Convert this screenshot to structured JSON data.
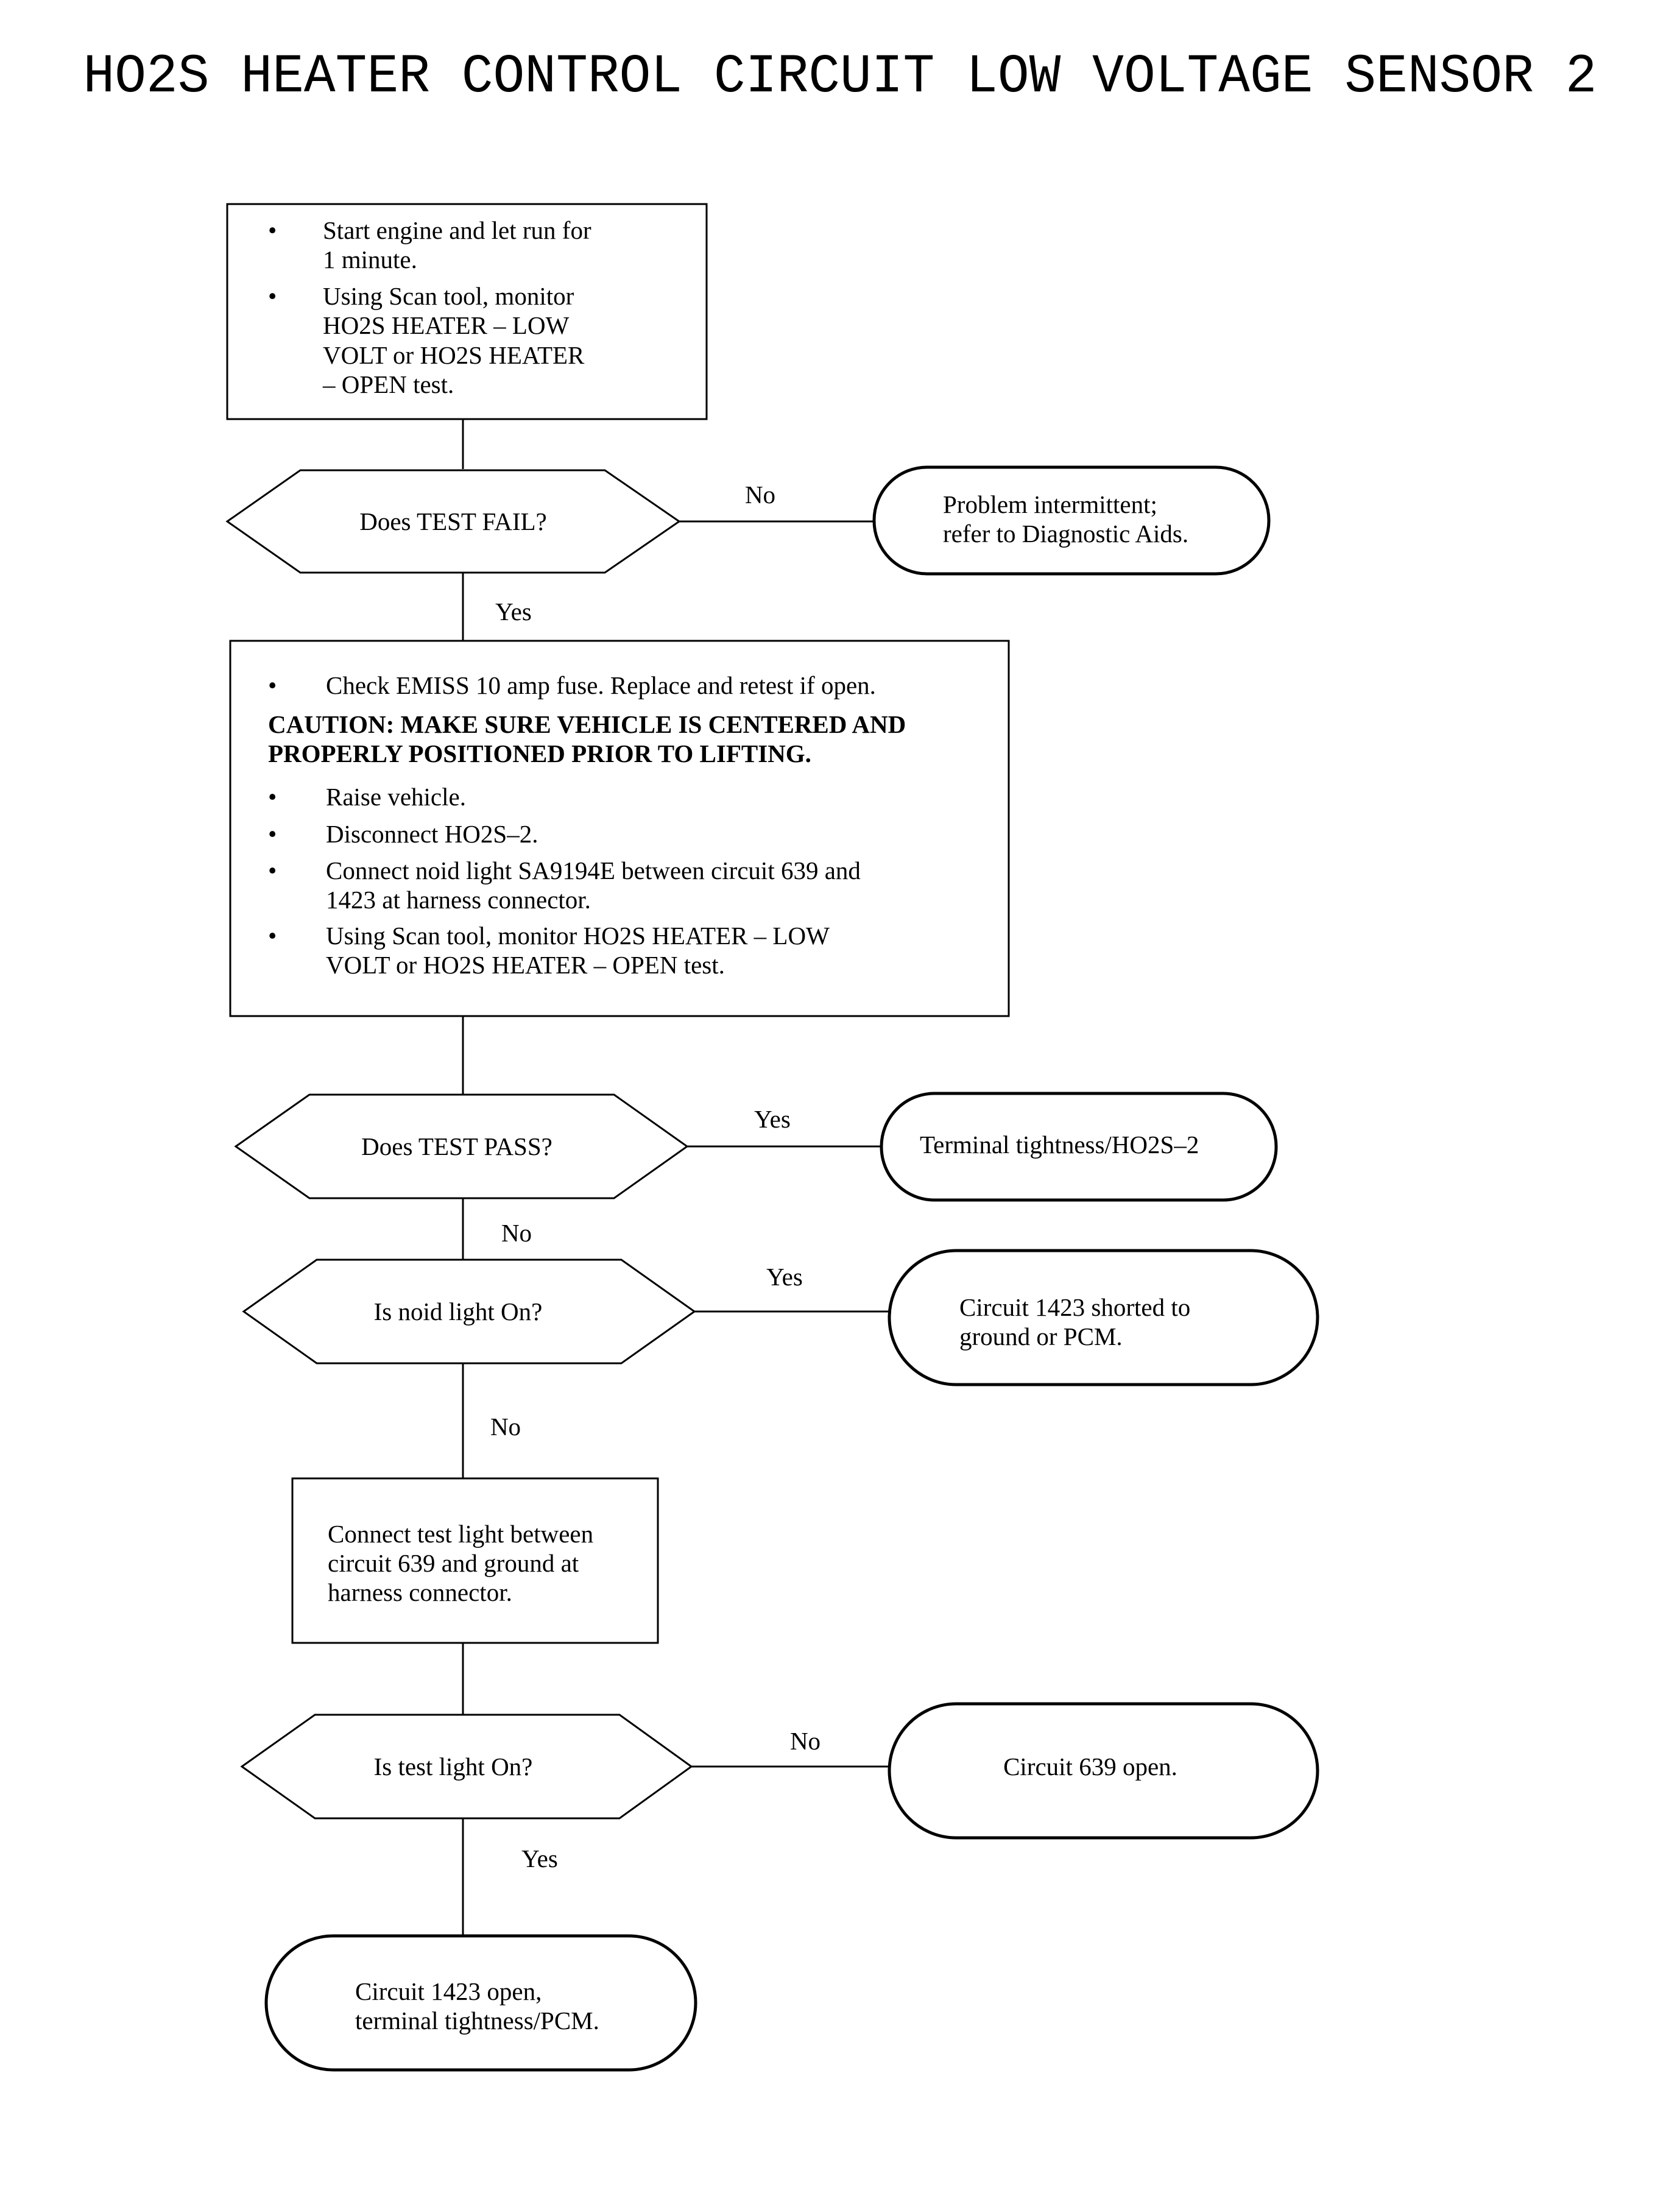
{
  "title": "HO2S HEATER CONTROL CIRCUIT LOW VOLTAGE SENSOR 2",
  "step1": {
    "bullet": "•",
    "b1_l1": "Start engine and let run for",
    "b1_l2": "1 minute.",
    "b2_l1": "Using Scan tool, monitor",
    "b2_l2": "HO2S HEATER – LOW",
    "b2_l3": "VOLT or HO2S HEATER",
    "b2_l4": "– OPEN test."
  },
  "decision1": {
    "question": "Does TEST FAIL?",
    "no_label": "No",
    "yes_label": "Yes"
  },
  "result_intermittent": {
    "l1": "Problem intermittent;",
    "l2": "refer to Diagnostic Aids."
  },
  "step2": {
    "bullet": "•",
    "b1": "Check EMISS 10 amp fuse. Replace and retest if open.",
    "caution_l1": "CAUTION:  MAKE SURE VEHICLE IS CENTERED AND",
    "caution_l2": "PROPERLY POSITIONED PRIOR TO LIFTING.",
    "b2": "Raise vehicle.",
    "b3": "Disconnect  HO2S–2.",
    "b4_l1": "Connect noid light SA9194E between circuit 639 and",
    "b4_l2": "1423 at harness connector.",
    "b5_l1": "Using Scan tool, monitor HO2S HEATER – LOW",
    "b5_l2": "VOLT or HO2S HEATER – OPEN test."
  },
  "decision2": {
    "question": "Does TEST PASS?",
    "yes_label": "Yes",
    "no_label": "No"
  },
  "result_terminal": {
    "text": "Terminal tightness/HO2S–2"
  },
  "decision3": {
    "question": "Is noid light On?",
    "yes_label": "Yes",
    "no_label": "No"
  },
  "result_shorted": {
    "l1": "Circuit 1423 shorted to",
    "l2": "ground or PCM."
  },
  "step3": {
    "l1": "Connect test light between",
    "l2": "circuit 639 and ground at",
    "l3": "harness connector."
  },
  "decision4": {
    "question": "Is test light On?",
    "no_label": "No",
    "yes_label": "Yes"
  },
  "result_639": {
    "text": "Circuit 639 open."
  },
  "result_1423": {
    "l1": "Circuit 1423 open,",
    "l2": "terminal tightness/PCM."
  }
}
